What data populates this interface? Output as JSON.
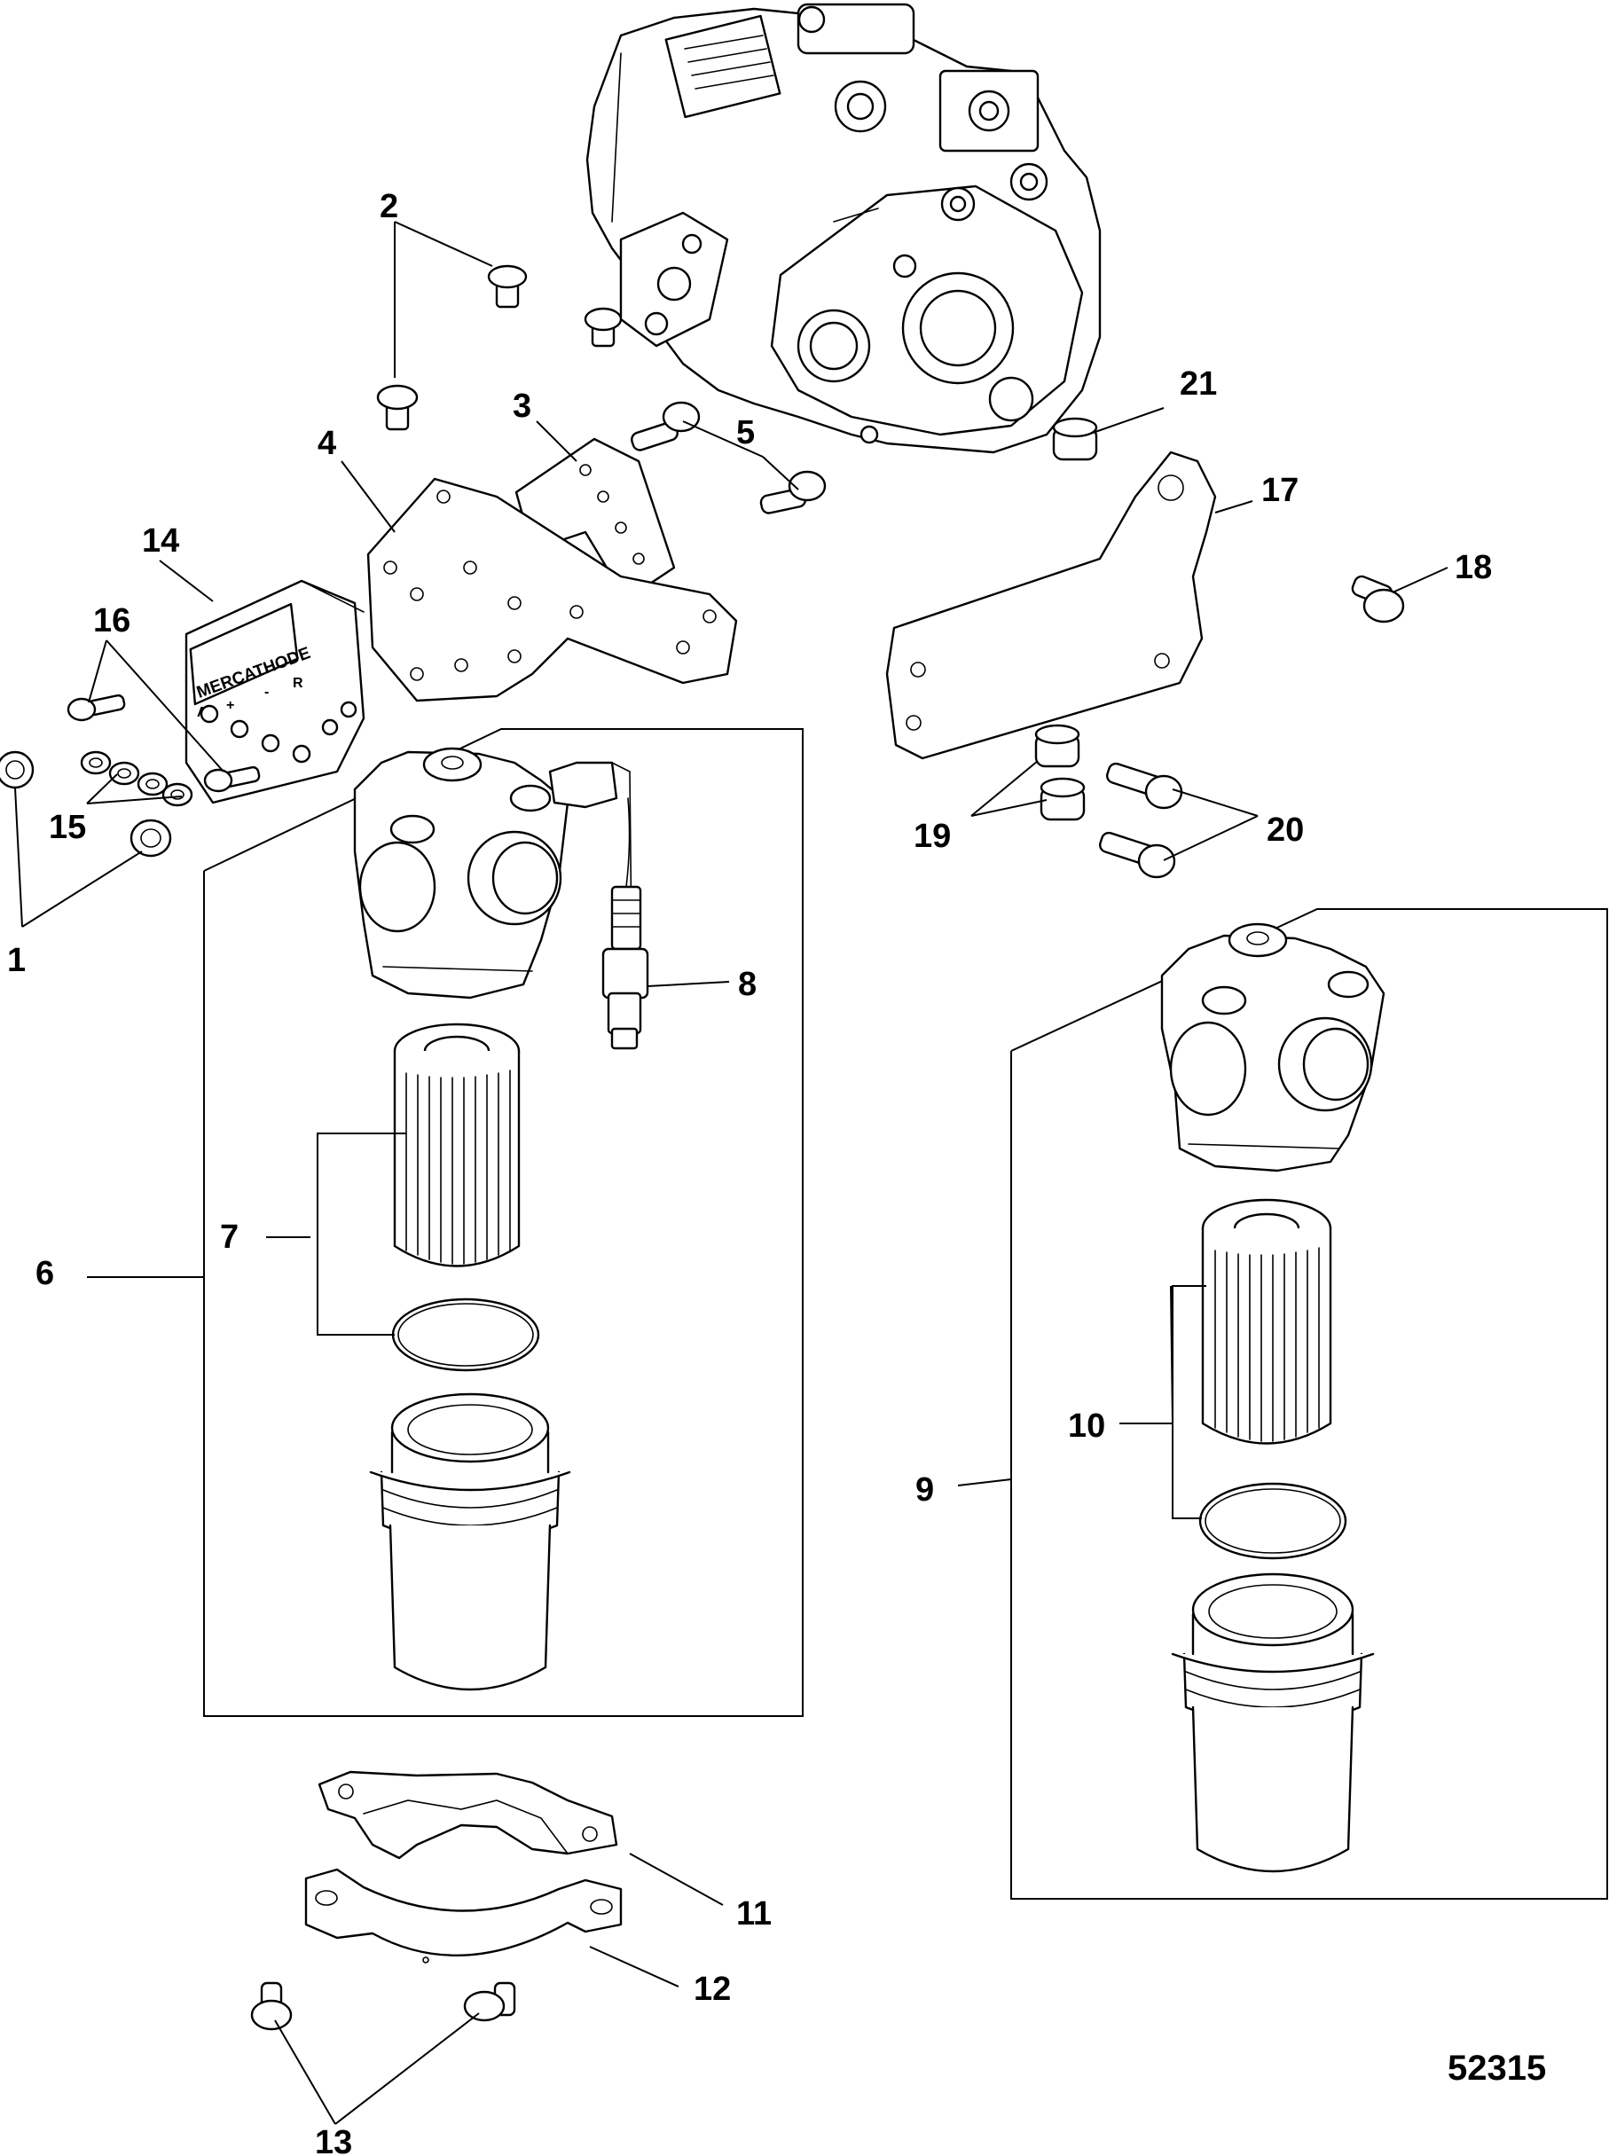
{
  "diagram": {
    "callouts": [
      {
        "id": "1",
        "label": "1"
      },
      {
        "id": "2",
        "label": "2"
      },
      {
        "id": "3",
        "label": "3"
      },
      {
        "id": "4",
        "label": "4"
      },
      {
        "id": "5",
        "label": "5"
      },
      {
        "id": "6",
        "label": "6"
      },
      {
        "id": "7",
        "label": "7"
      },
      {
        "id": "8",
        "label": "8"
      },
      {
        "id": "9",
        "label": "9"
      },
      {
        "id": "10",
        "label": "10"
      },
      {
        "id": "11",
        "label": "11"
      },
      {
        "id": "12",
        "label": "12"
      },
      {
        "id": "13",
        "label": "13"
      },
      {
        "id": "14",
        "label": "14"
      },
      {
        "id": "15",
        "label": "15"
      },
      {
        "id": "16",
        "label": "16"
      },
      {
        "id": "17",
        "label": "17"
      },
      {
        "id": "18",
        "label": "18"
      },
      {
        "id": "19",
        "label": "19"
      },
      {
        "id": "20",
        "label": "20"
      },
      {
        "id": "21",
        "label": "21"
      }
    ],
    "anode_plate": {
      "brand": "MERCATHODE",
      "terminal_a": "A",
      "terminal_plus": "+",
      "terminal_minus": "-",
      "terminal_r": "R"
    },
    "document_number": "52315"
  },
  "colors": {
    "ink": "#000000",
    "paper": "#ffffff"
  }
}
